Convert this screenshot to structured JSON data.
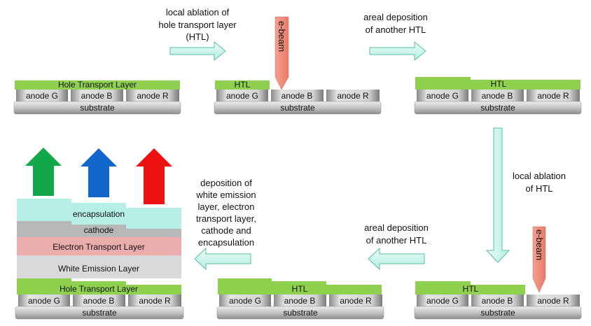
{
  "labels": {
    "substrate": "substrate",
    "anode_g": "anode G",
    "anode_b": "anode B",
    "anode_r": "anode R",
    "hole_transport_layer": "Hole Transport Layer",
    "htl": "HTL",
    "e_beam": "e-beam",
    "encapsulation": "encapsulation",
    "cathode": "cathode",
    "electron_transport_layer": "Electron Transport Layer",
    "white_emission_layer": "White Emission Layer"
  },
  "captions": {
    "step1": [
      "local ablation of",
      "hole transport layer",
      "(HTL)"
    ],
    "step2": [
      "areal deposition",
      "of another HTL"
    ],
    "step3": [
      "local ablation",
      "of HTL"
    ],
    "step4": [
      "areal deposition",
      "of another HTL"
    ],
    "step5": [
      "deposition of",
      "white emission",
      "layer, electron",
      "transport layer,",
      "cathode and",
      "encapsulation"
    ]
  },
  "colors": {
    "htl_green": "#8fd14f",
    "encapsulation": "#b5efe6",
    "cathode": "#b8b8b8",
    "electron_transport": "#eaadad",
    "white_emission": "#d9d9d9",
    "ebeam": "#f4a090",
    "process_arrow": "#c9f5ea",
    "output_green": "#12a84a",
    "output_blue": "#1166cc",
    "output_red": "#ee1111"
  }
}
